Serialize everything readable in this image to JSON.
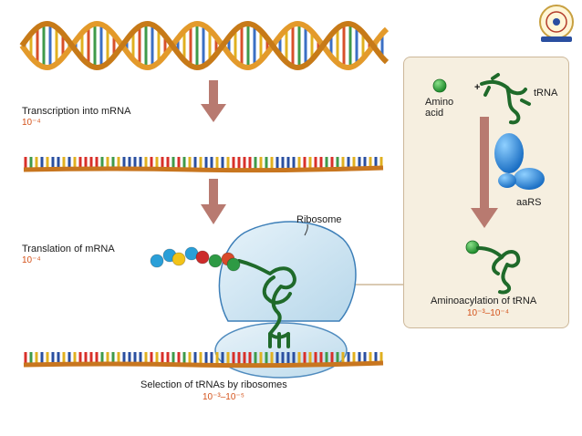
{
  "labels": {
    "transcription": "Transcription into mRNA",
    "transcription_rate": "10⁻⁴",
    "translation": "Translation of mRNA",
    "translation_rate": "10⁻⁴",
    "ribosome": "Ribosome",
    "selection": "Selection of tRNAs by ribosomes",
    "selection_rate": "10⁻³–10⁻⁵",
    "amino_acid": "Amino acid",
    "plus": "+",
    "trna": "tRNA",
    "aars": "aaRS",
    "aminoacylation": "Aminoacylation of tRNA",
    "aminoacylation_rate": "10⁻³–10⁻⁴"
  },
  "colors": {
    "dna_orange": "#e39a2b",
    "dna_dark": "#b06a12",
    "rate_text": "#d4521a",
    "arrow": "#b87a70",
    "ribosome_fill": "#cfe6f2",
    "ribosome_stroke": "#3d7fb8",
    "trna_green": "#1f6a2a",
    "panel_bg": "#f6efe0",
    "mrna_backbone": "#c8761f"
  },
  "icons": {
    "logo": "institution-seal-icon",
    "trna": "trna-cloverleaf-icon",
    "enzyme": "aars-enzyme-icon",
    "amino_acid": "green-sphere-icon"
  },
  "peptide_bead_colors": [
    "#2a9fd8",
    "#2a9fd8",
    "#f2c318",
    "#2a9fd8",
    "#cc2b2b",
    "#2e9a44",
    "#d84a2a",
    "#2e9a44"
  ]
}
